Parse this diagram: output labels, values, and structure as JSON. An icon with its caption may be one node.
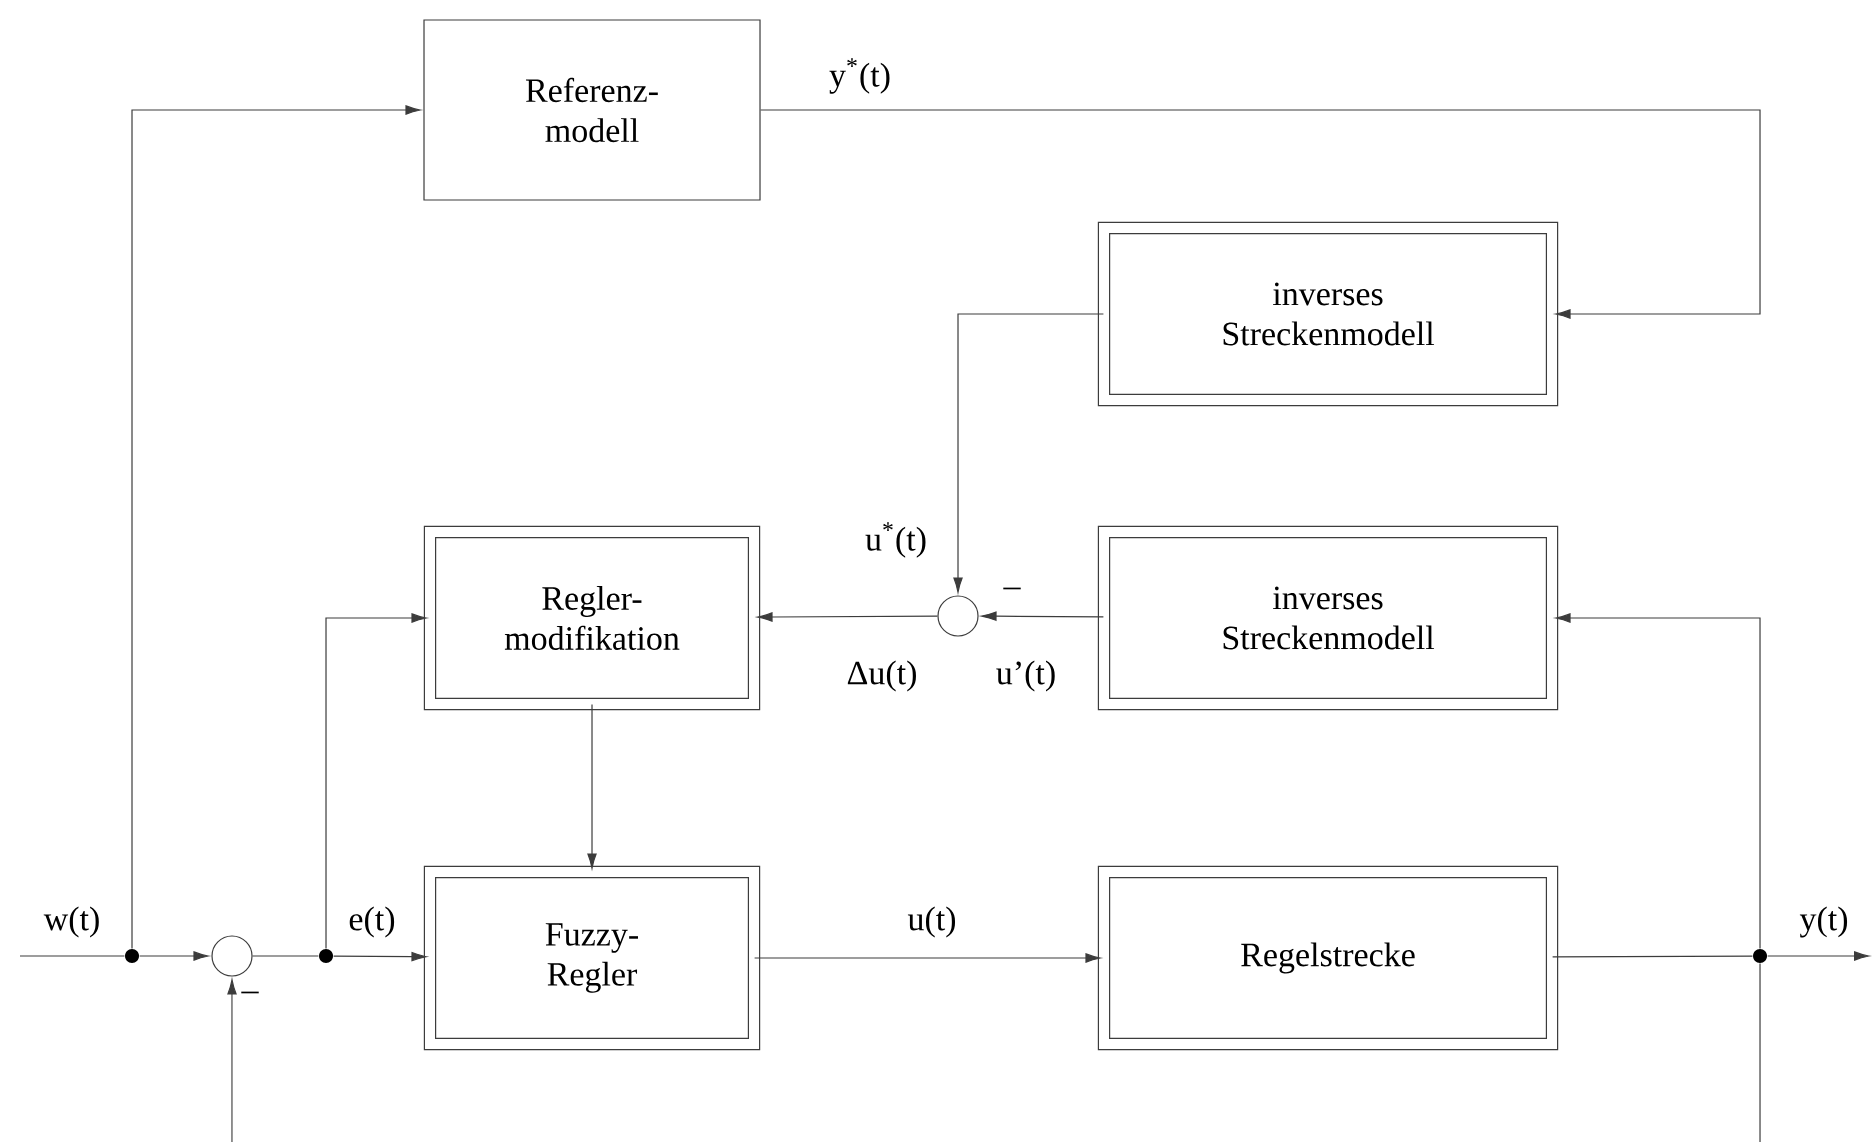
{
  "diagram": {
    "nodes": [
      {
        "text": [
          "Referenz- modell"
        ]
      },
      {
        "text": [
          "inverses Streckenmodell"
        ]
      },
      {
        "text": [
          "Regler- modifikation"
        ]
      },
      {
        "text": [],
        "shape": "circle"
      },
      {
        "text": [
          "inverses Streckenmodell"
        ]
      },
      {
        "text": [],
        "shape": "dot"
      },
      {
        "text": [],
        "shape": "circle"
      },
      {
        "text": [],
        "shape": "dot"
      },
      {
        "text": [
          "Fuzzy- Regler"
        ]
      },
      {
        "text": [
          "Regelstrecke"
        ]
      },
      {
        "text": [],
        "shape": "dot"
      }
    ],
    "edges": [
      {
        "from": null,
        "to": 5,
        "arrow": "none",
        "label": "w(t)"
      },
      {
        "from": 5,
        "to": 6,
        "arrow": "to"
      },
      {
        "from": null,
        "to": 6,
        "arrow": "to"
      },
      {
        "from": 5,
        "to": 0,
        "arrow": "to"
      },
      {
        "from": 6,
        "to": 7,
        "arrow": "none"
      },
      {
        "from": 7,
        "to": 8,
        "arrow": "to",
        "label": "e(t)"
      },
      {
        "from": 7,
        "to": 2,
        "arrow": "to"
      },
      {
        "from": 2,
        "to": 8,
        "arrow": "to"
      },
      {
        "from": 8,
        "to": 9,
        "arrow": "to",
        "label": "u(t)"
      },
      {
        "from": 9,
        "to": 10,
        "arrow": "none"
      },
      {
        "from": 10,
        "to": null,
        "arrow": "to",
        "label": "y(t)"
      },
      {
        "from": 10,
        "to": null,
        "arrow": "none"
      },
      {
        "from": 10,
        "to": 4,
        "arrow": "to"
      },
      {
        "from": 0,
        "to": 1,
        "arrow": "to",
        "label": "y$^{*}$(t)"
      },
      {
        "from": 1,
        "to": 3,
        "arrow": "to",
        "label": "u$^{*}$(t)"
      },
      {
        "from": 4,
        "to": 3,
        "arrow": "to",
        "label": "u’(t)"
      },
      {
        "from": 3,
        "to": 2,
        "arrow": "to",
        "label": "Δu(t)"
      }
    ],
    "labels": [
      "–",
      "–"
    ]
  }
}
